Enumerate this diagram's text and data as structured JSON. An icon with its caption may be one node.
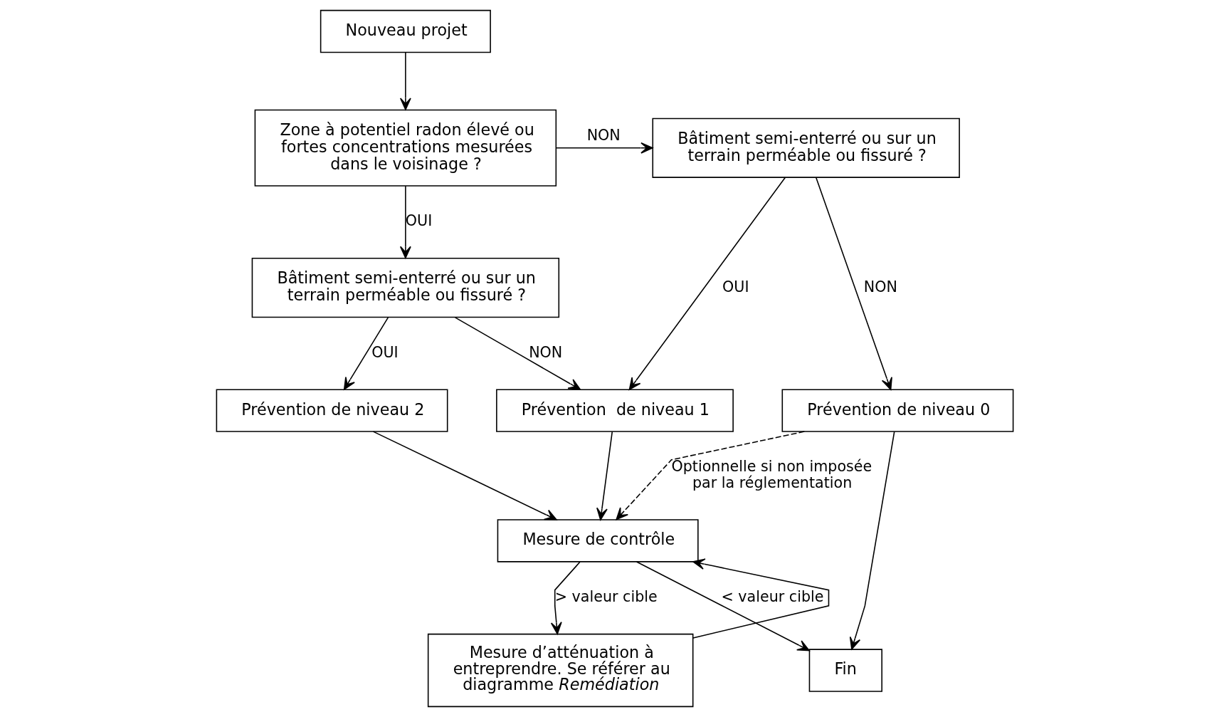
{
  "diagram": {
    "nodes": [
      {
        "text": [
          "Nouveau projet"
        ]
      },
      {
        "text": [
          "Zone à potentiel radon élevé ou fortes concentrations mesurées dans le voisinage ?"
        ]
      },
      {
        "text": [
          "Bâtiment semi-enterré ou sur un terrain perméable ou fissuré ?"
        ]
      },
      {
        "text": [
          "Bâtiment semi-enterré ou sur un terrain perméable ou fissuré ?"
        ]
      },
      {
        "text": [
          "Prévention de niveau 2"
        ]
      },
      {
        "text": [
          "Prévention  de niveau 1"
        ]
      },
      {
        "text": [
          "Prévention de niveau 0"
        ]
      },
      {
        "text": [
          "Mesure de contrôle"
        ]
      },
      {
        "text": [
          "Mesure d’atténuation à entreprendre. Se référer au diagramme *Remédiation*"
        ]
      },
      {
        "text": [
          "Fin"
        ]
      }
    ],
    "edges": [
      {
        "from": 0,
        "to": 1,
        "arrow": "to"
      },
      {
        "from": 1,
        "to": 2,
        "arrow": "to",
        "label": "NON"
      },
      {
        "from": 1,
        "to": 3,
        "arrow": "to",
        "label": "OUI"
      },
      {
        "from": 2,
        "to": 5,
        "arrow": "to",
        "label": "OUI"
      },
      {
        "from": 2,
        "to": 6,
        "arrow": "to",
        "label": "NON"
      },
      {
        "from": 3,
        "to": 4,
        "arrow": "to",
        "label": "OUI"
      },
      {
        "from": 3,
        "to": 5,
        "arrow": "to",
        "label": "NON"
      },
      {
        "from": 4,
        "to": 7,
        "arrow": "to"
      },
      {
        "from": 5,
        "to": 7,
        "arrow": "to"
      },
      {
        "from": 6,
        "to": 7,
        "arrow": "to",
        "style": "dashed",
        "label": "Optionnelle si non imposée par la réglementation"
      },
      {
        "from": 6,
        "to": 9,
        "arrow": "to"
      },
      {
        "from": 7,
        "to": 8,
        "arrow": "to",
        "label": "> valeur cible"
      },
      {
        "from": 7,
        "to": 9,
        "arrow": "to",
        "label": "< valeur cible"
      },
      {
        "from": 8,
        "to": 7,
        "arrow": "to"
      }
    ]
  }
}
